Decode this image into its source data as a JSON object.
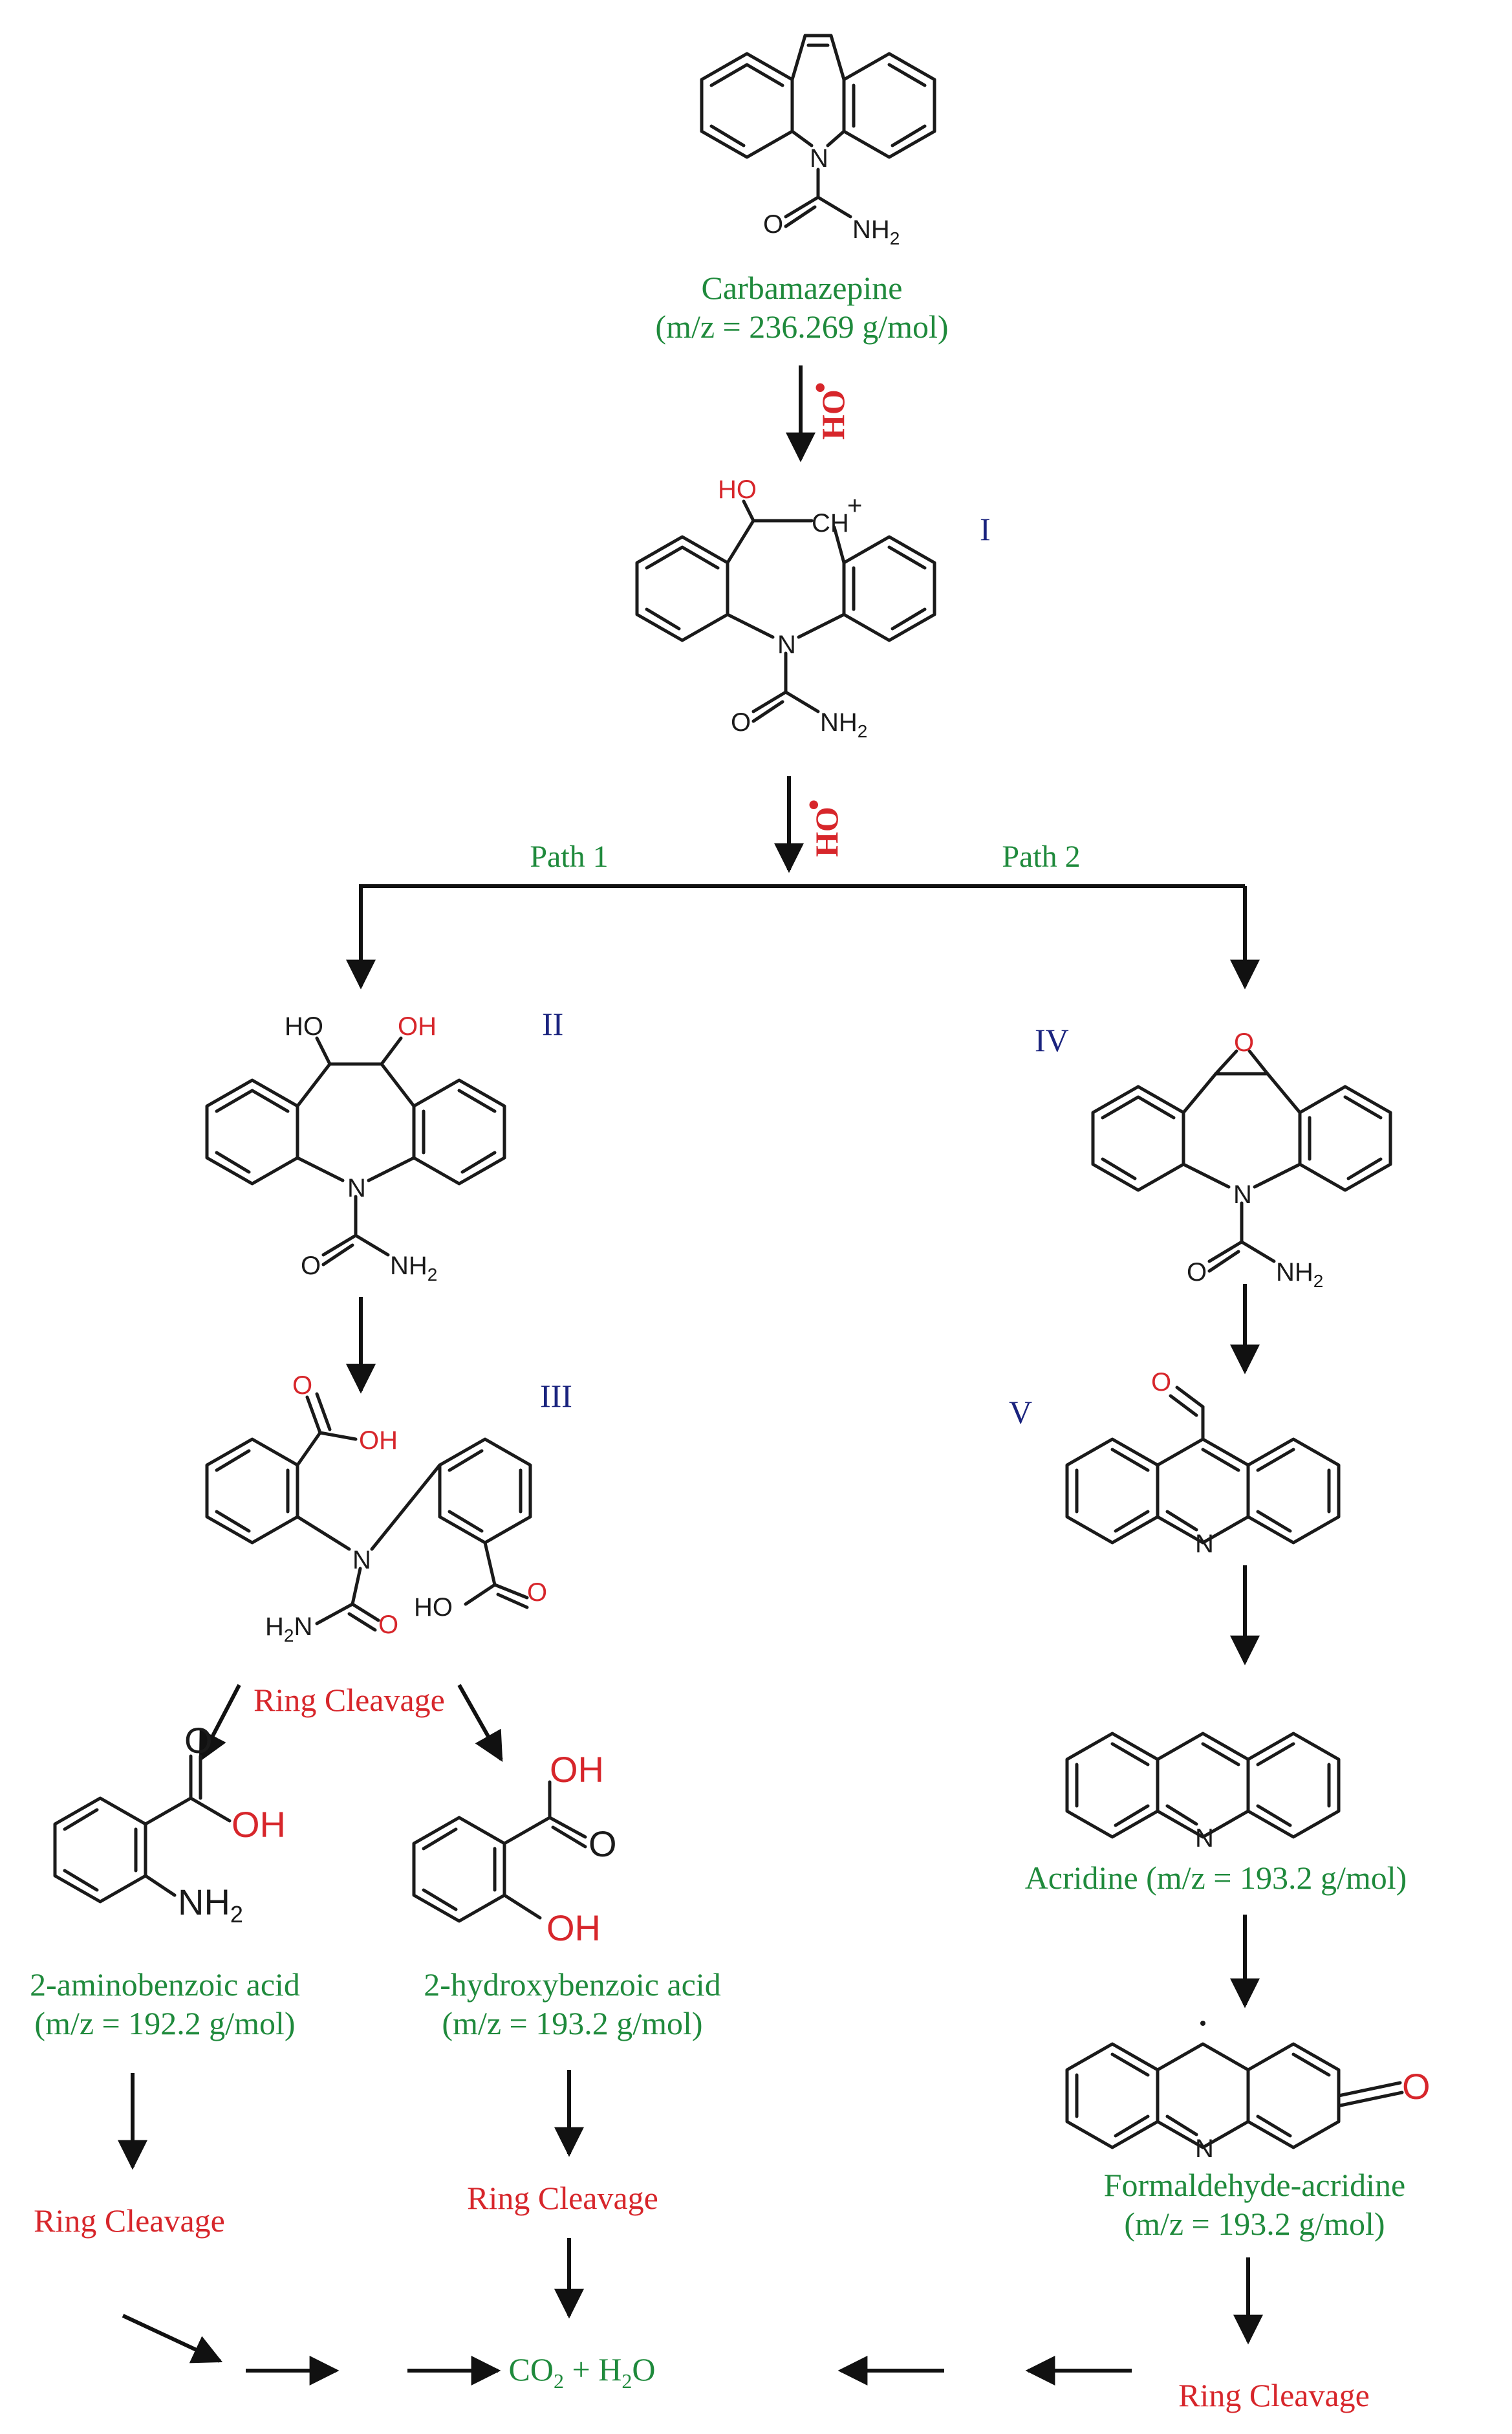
{
  "compounds": {
    "carbamazepine": {
      "name": "Carbamazepine",
      "mass": "(m/z = 236.269 g/mol)"
    },
    "acridine": {
      "name": "Acridine (m/z = 193.2 g/mol)"
    },
    "formaldehyde_acridine": {
      "name": "Formaldehyde-acridine",
      "mass": "(m/z = 193.2 g/mol)"
    },
    "aminobenzoic": {
      "name": "2-aminobenzoic acid",
      "mass": "(m/z = 192.2 g/mol)"
    },
    "hydroxybenzoic": {
      "name": "2-hydroxybenzoic acid",
      "mass": "(m/z = 193.2 g/mol)"
    },
    "final_product": {
      "co": "CO",
      "co_sub": "2",
      "plus_h": " + H",
      "h_sub": "2",
      "o": "O"
    }
  },
  "intermediates": [
    "I",
    "II",
    "III",
    "IV",
    "V"
  ],
  "reagent": {
    "main": "HO",
    "dot": "•"
  },
  "paths": {
    "path1": "Path 1",
    "path2": "Path 2"
  },
  "steps": {
    "ring_cleavage": "Ring Cleavage"
  },
  "atoms": {
    "N": "N",
    "O": "O",
    "OH": "OH",
    "HO": "HO",
    "NH2": "NH",
    "NH2_sub": "2",
    "H2N": "H",
    "H2N_sub": "2",
    "H2N_tail": "N",
    "CH": "CH",
    "plus": "+"
  }
}
